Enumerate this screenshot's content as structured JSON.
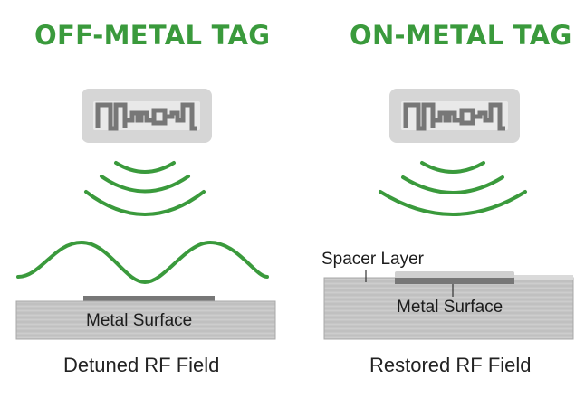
{
  "left_panel": {
    "title": "OFF-METAL TAG",
    "surface_label": "Metal Surface",
    "caption": "Detuned RF Field"
  },
  "right_panel": {
    "title": "ON-METAL TAG",
    "spacer_label": "Spacer Layer",
    "surface_label": "Metal Surface",
    "caption": "Restored RF Field"
  },
  "colors": {
    "accent_green": "#3a9a3c",
    "tag_body": "#d6d6d6",
    "metal": "#c4c4c4",
    "antenna": "#777777"
  },
  "icons": [
    "rfid-tag-icon",
    "rf-wave-icon"
  ]
}
